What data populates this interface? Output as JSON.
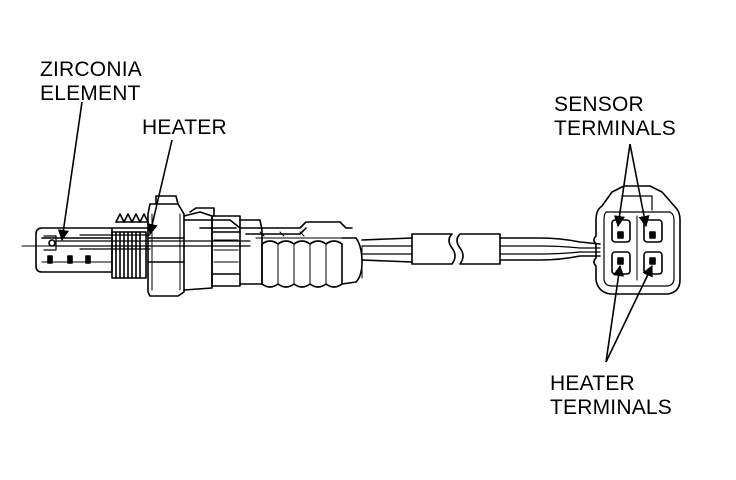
{
  "labels": {
    "zirconia_line1": "ZIRCONIA",
    "zirconia_line2": "ELEMENT",
    "heater": "HEATER",
    "sensor_terminals_line1": "SENSOR",
    "sensor_terminals_line2": "TERMINALS",
    "heater_terminals_line1": "HEATER",
    "heater_terminals_line2": "TERMINALS"
  },
  "colors": {
    "ink": "#000000",
    "paper": "#ffffff"
  }
}
